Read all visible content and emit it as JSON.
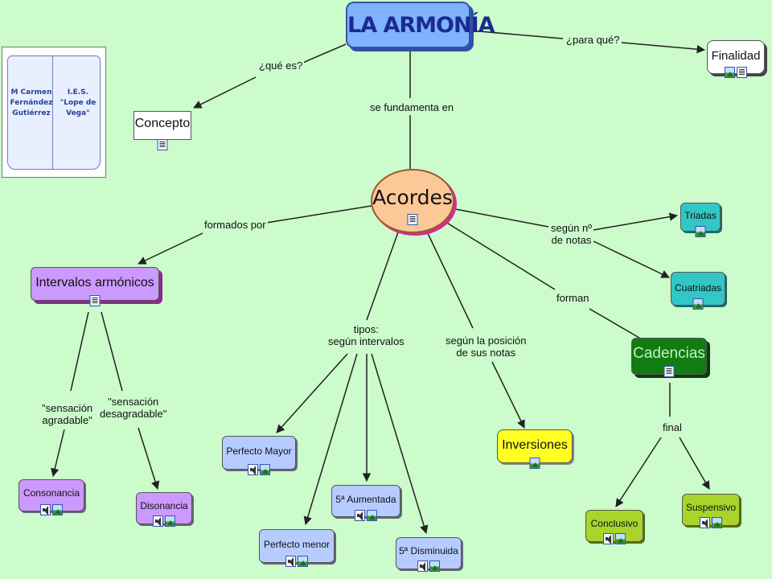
{
  "colors": {
    "background": "#ccfccc",
    "title_fill": "#7fb2ff",
    "concept_fill": "#ffffff",
    "acordes_fill": "#fdc898",
    "intervals_fill": "#cc99ff",
    "blue_node_fill": "#b6ccff",
    "teal_node_fill": "#33c6c6",
    "green_node_fill": "#117c11",
    "yellow_node_fill": "#ffff22",
    "lime_node_fill": "#a8d42c",
    "edge": "#222222"
  },
  "book": {
    "left_text": [
      "M Carmen",
      "Fernández",
      "Gutiérrez"
    ],
    "right_text": [
      "I.E.S.",
      "\"Lope de",
      "Vega\""
    ]
  },
  "nodes": {
    "title": "LA ARMONÍA",
    "finalidad": "Finalidad",
    "concepto": "Concepto",
    "acordes": "Acordes",
    "intervalos": "Intervalos armónicos",
    "triadas": "Triadas",
    "cuatriadas": "Cuatriadas",
    "cadencias": "Cadencias",
    "inversiones": "Inversiones",
    "perfecto_mayor": "Perfecto Mayor",
    "perfecto_menor": "Perfecto menor",
    "quinta_aumentada": "5ª Aumentada",
    "quinta_disminuida": "5ª Disminuida",
    "consonancia": "Consonancia",
    "disonancia": "Disonancia",
    "conclusivo": "Conclusivo",
    "suspensivo": "Suspensivo"
  },
  "links": {
    "que_es": "¿qué es?",
    "para_que": "¿para qué?",
    "se_fundamenta_en": "se fundamenta en",
    "formados_por": "formados por",
    "segun_no_notas": [
      "según nº",
      "de notas"
    ],
    "forman": "forman",
    "tipos": [
      "tipos:",
      "según intervalos"
    ],
    "segun_posicion": [
      "según la posición",
      "de sus notas"
    ],
    "sensacion_agradable": [
      "\"sensación",
      "agradable\""
    ],
    "sensacion_desagradable": [
      "\"sensación",
      "desagradable\""
    ],
    "final": "final"
  }
}
